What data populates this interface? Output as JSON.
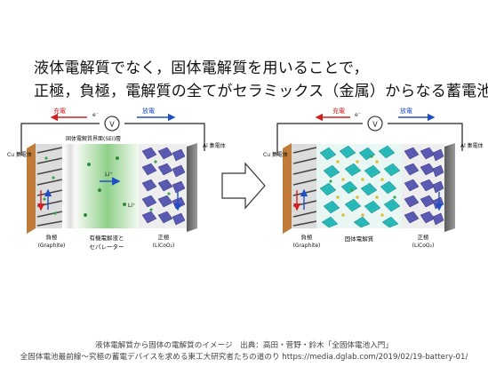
{
  "heading": {
    "line1": "液体電解質でなく，固体電解質を用いることで，",
    "line2": "正極，負極，電解質の全てがセラミックス（金属）からなる蓄電池"
  },
  "left_cell": {
    "charge_label": "充電",
    "discharge_label": "放電",
    "voltmeter_label": "V",
    "electron_label": "e⁻",
    "cu_collector": "Cu 集電体",
    "al_collector": "Al 集電体",
    "sei_label": "固体電解質界面(SEI)層",
    "li_ion_label": "Li⁺",
    "negative_label": "負極",
    "negative_sub": "(Graphite)",
    "electrolyte_label1": "有機電解液と",
    "electrolyte_label2": "セパレーター",
    "positive_label": "正極",
    "positive_sub": "(LiCoO₂)"
  },
  "right_cell": {
    "charge_label": "充電",
    "discharge_label": "放電",
    "voltmeter_label": "V",
    "electron_label": "e⁻",
    "cu_collector": "Cu 集電体",
    "al_collector": "Al 集電体",
    "negative_label": "負極",
    "negative_sub": "(Graphite)",
    "electrolyte_label": "固体電解質",
    "positive_label": "正極",
    "positive_sub": "(LiCoO₂)"
  },
  "caption": {
    "line1": "液体電解質から固体の電解質のイメージ　出典：高田・菅野・鈴木「全固体電池入門」",
    "line2": "全固体電池最前線〜究極の蓄電デバイスを求める東工大研究者たちの道のり https://media.dglab.com/2019/02/19-battery-01/"
  },
  "colors": {
    "charge": "#d42020",
    "discharge": "#1f4fc8",
    "anode": "#c8702a",
    "cathode": "#4f4fa8",
    "electrolyte": "#8fd08a",
    "solid_electrolyte": "#28b8b8"
  }
}
